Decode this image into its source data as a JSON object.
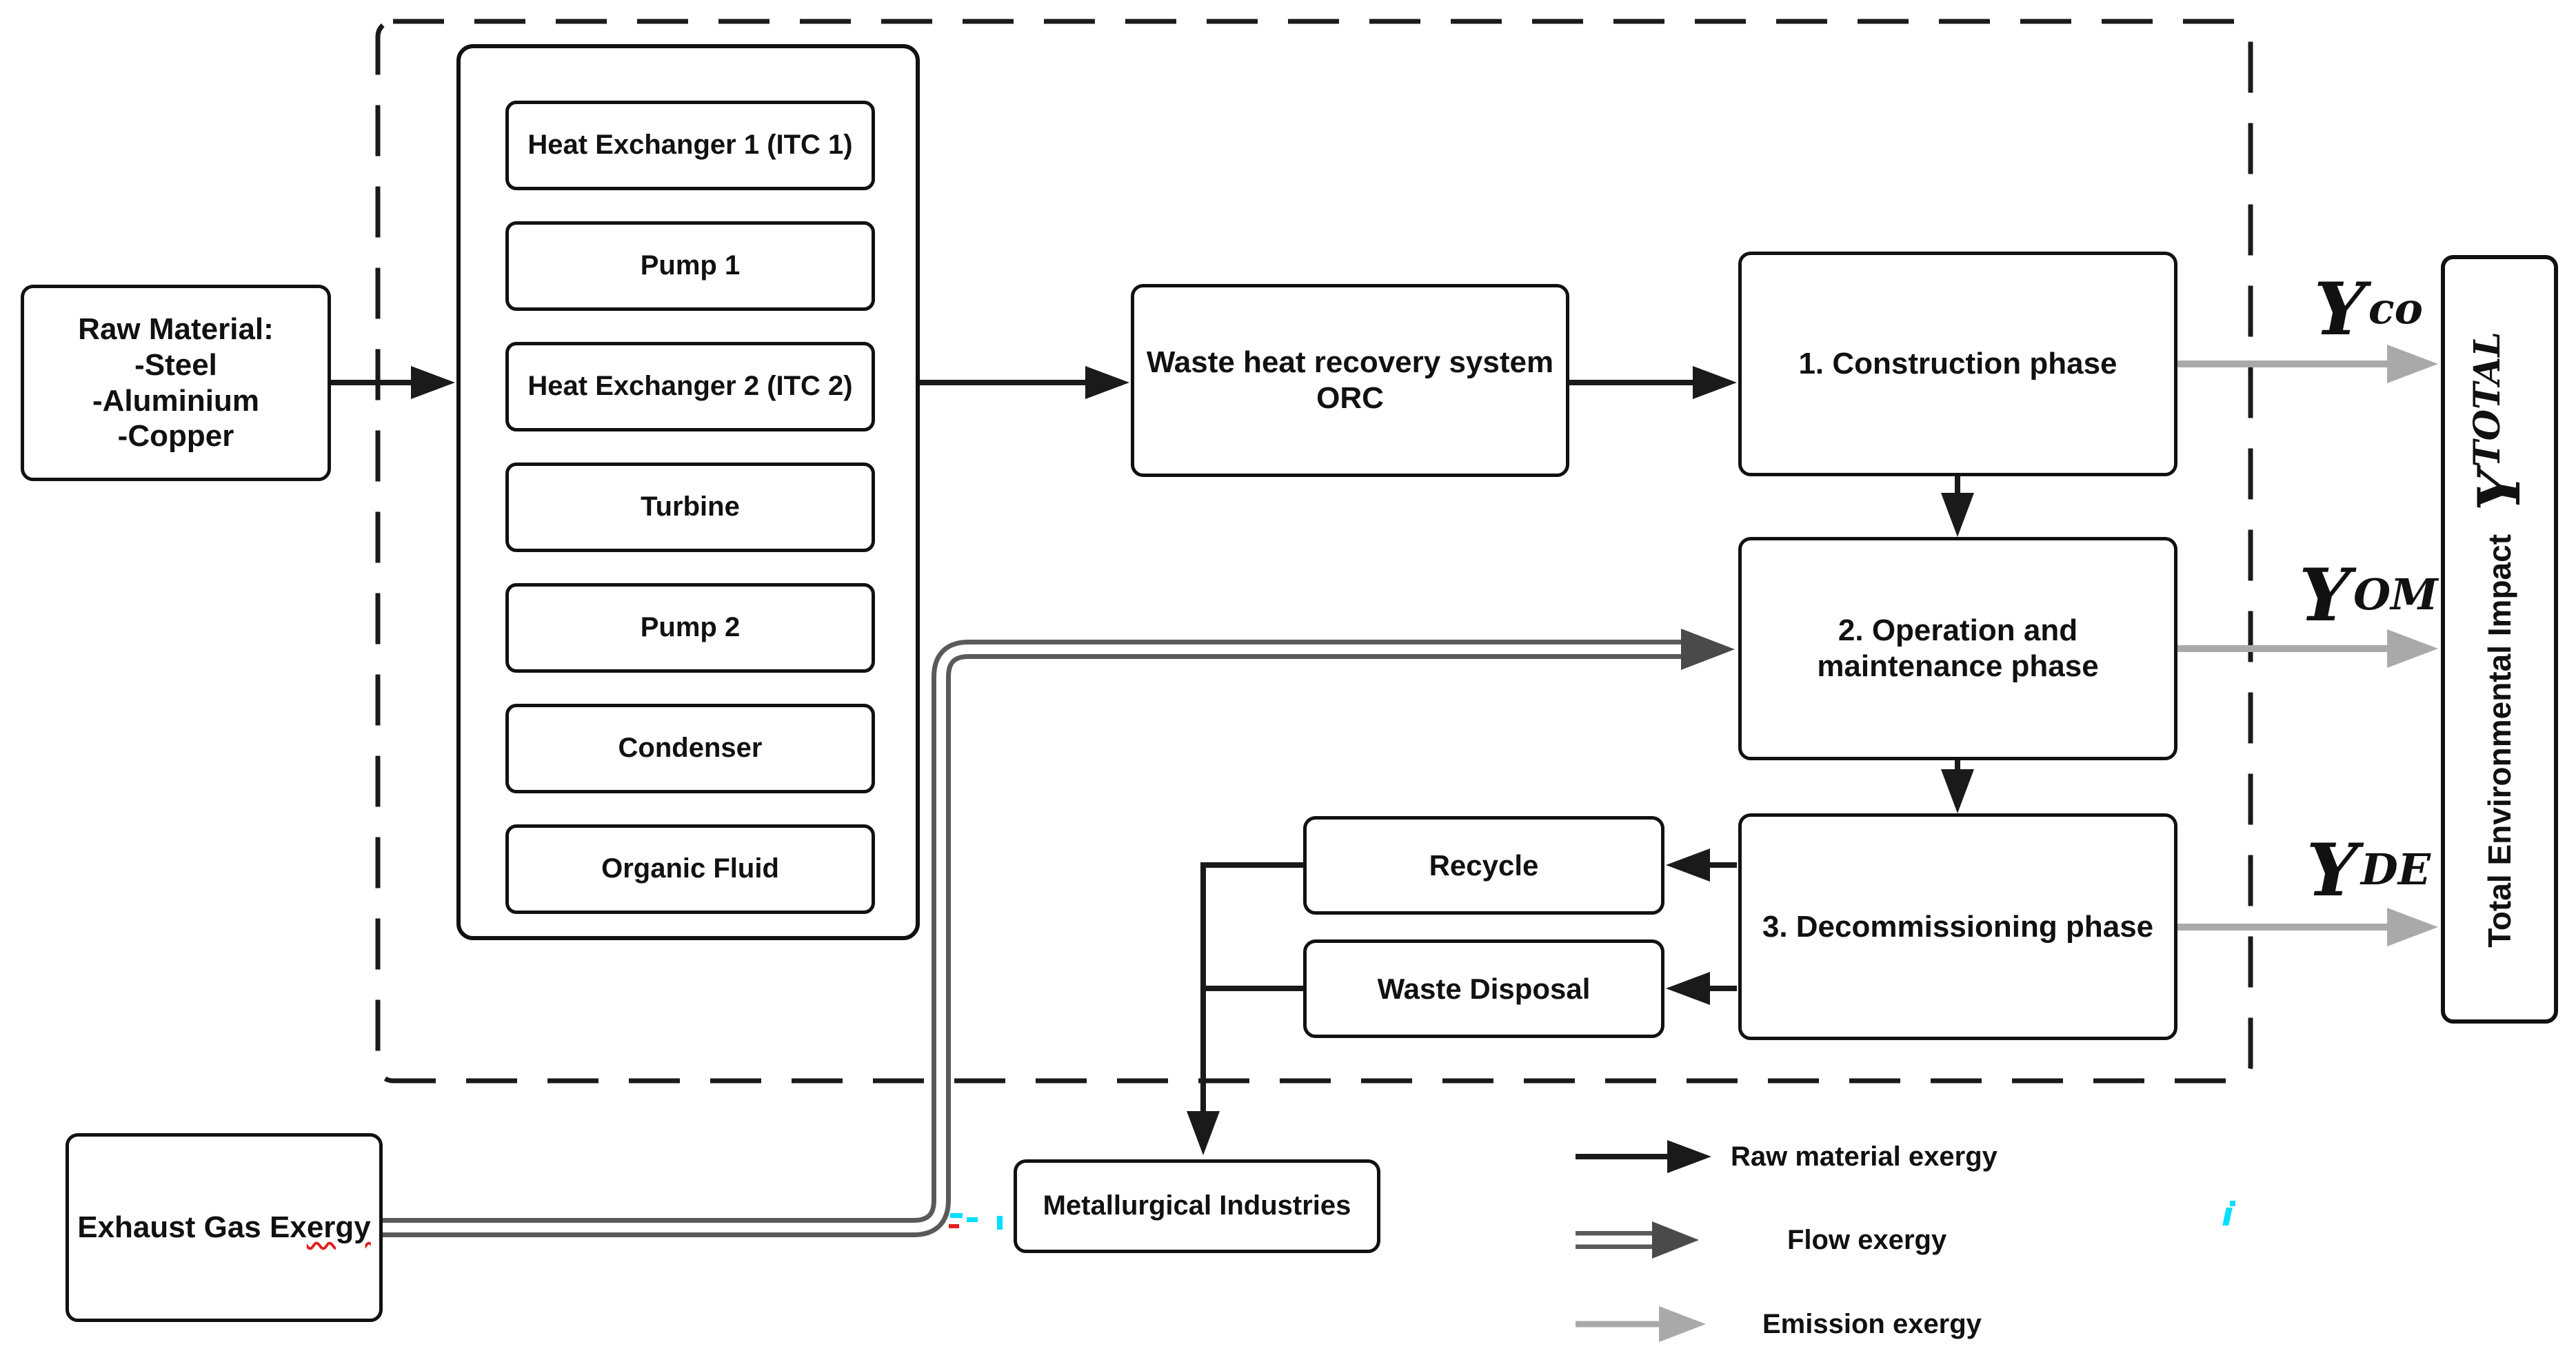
{
  "diagram": {
    "raw_material": {
      "lines": [
        "Raw Material:",
        "-Steel",
        "-Aluminium",
        "-Copper"
      ]
    },
    "components": [
      "Heat Exchanger 1 (ITC 1)",
      "Pump 1",
      "Heat Exchanger 2 (ITC 2)",
      "Turbine",
      "Pump 2",
      "Condenser",
      "Organic Fluid"
    ],
    "orc": {
      "line1": "Waste heat recovery system",
      "line2": "ORC"
    },
    "phases": [
      "1. Construction phase",
      "2. Operation and maintenance phase",
      "3. Decommissioning phase"
    ],
    "end_of_life": [
      "Recycle",
      "Waste Disposal"
    ],
    "metallurgical": "Metallurgical Industries",
    "exhaust": {
      "label_head": "Exhaust Gas Ex",
      "label_tail": "ergy"
    },
    "impacts": [
      {
        "base": "Y",
        "sup": "co"
      },
      {
        "base": "Y",
        "sup": "OM"
      },
      {
        "base": "Y",
        "sup": "DE"
      }
    ],
    "total_impact": {
      "title": "Total Environmental Impact",
      "base": "Y",
      "sup": "TOTAL"
    },
    "legend": {
      "items": [
        {
          "label": "Raw material exergy",
          "arrow": "black-solid-arrow"
        },
        {
          "label": "Flow exergy",
          "arrow": "double-line-gray-arrow"
        },
        {
          "label": "Emission exergy",
          "arrow": "light-gray-arrow"
        }
      ]
    },
    "colors": {
      "line_black": "#1a1a1a",
      "flow_gray": "#5a5a5a",
      "flow_head_gray": "#4a4a4a",
      "emission_gray": "#a9a9a9",
      "artifact_cyan": "#00e0ff",
      "artifact_red": "#e02020"
    }
  }
}
